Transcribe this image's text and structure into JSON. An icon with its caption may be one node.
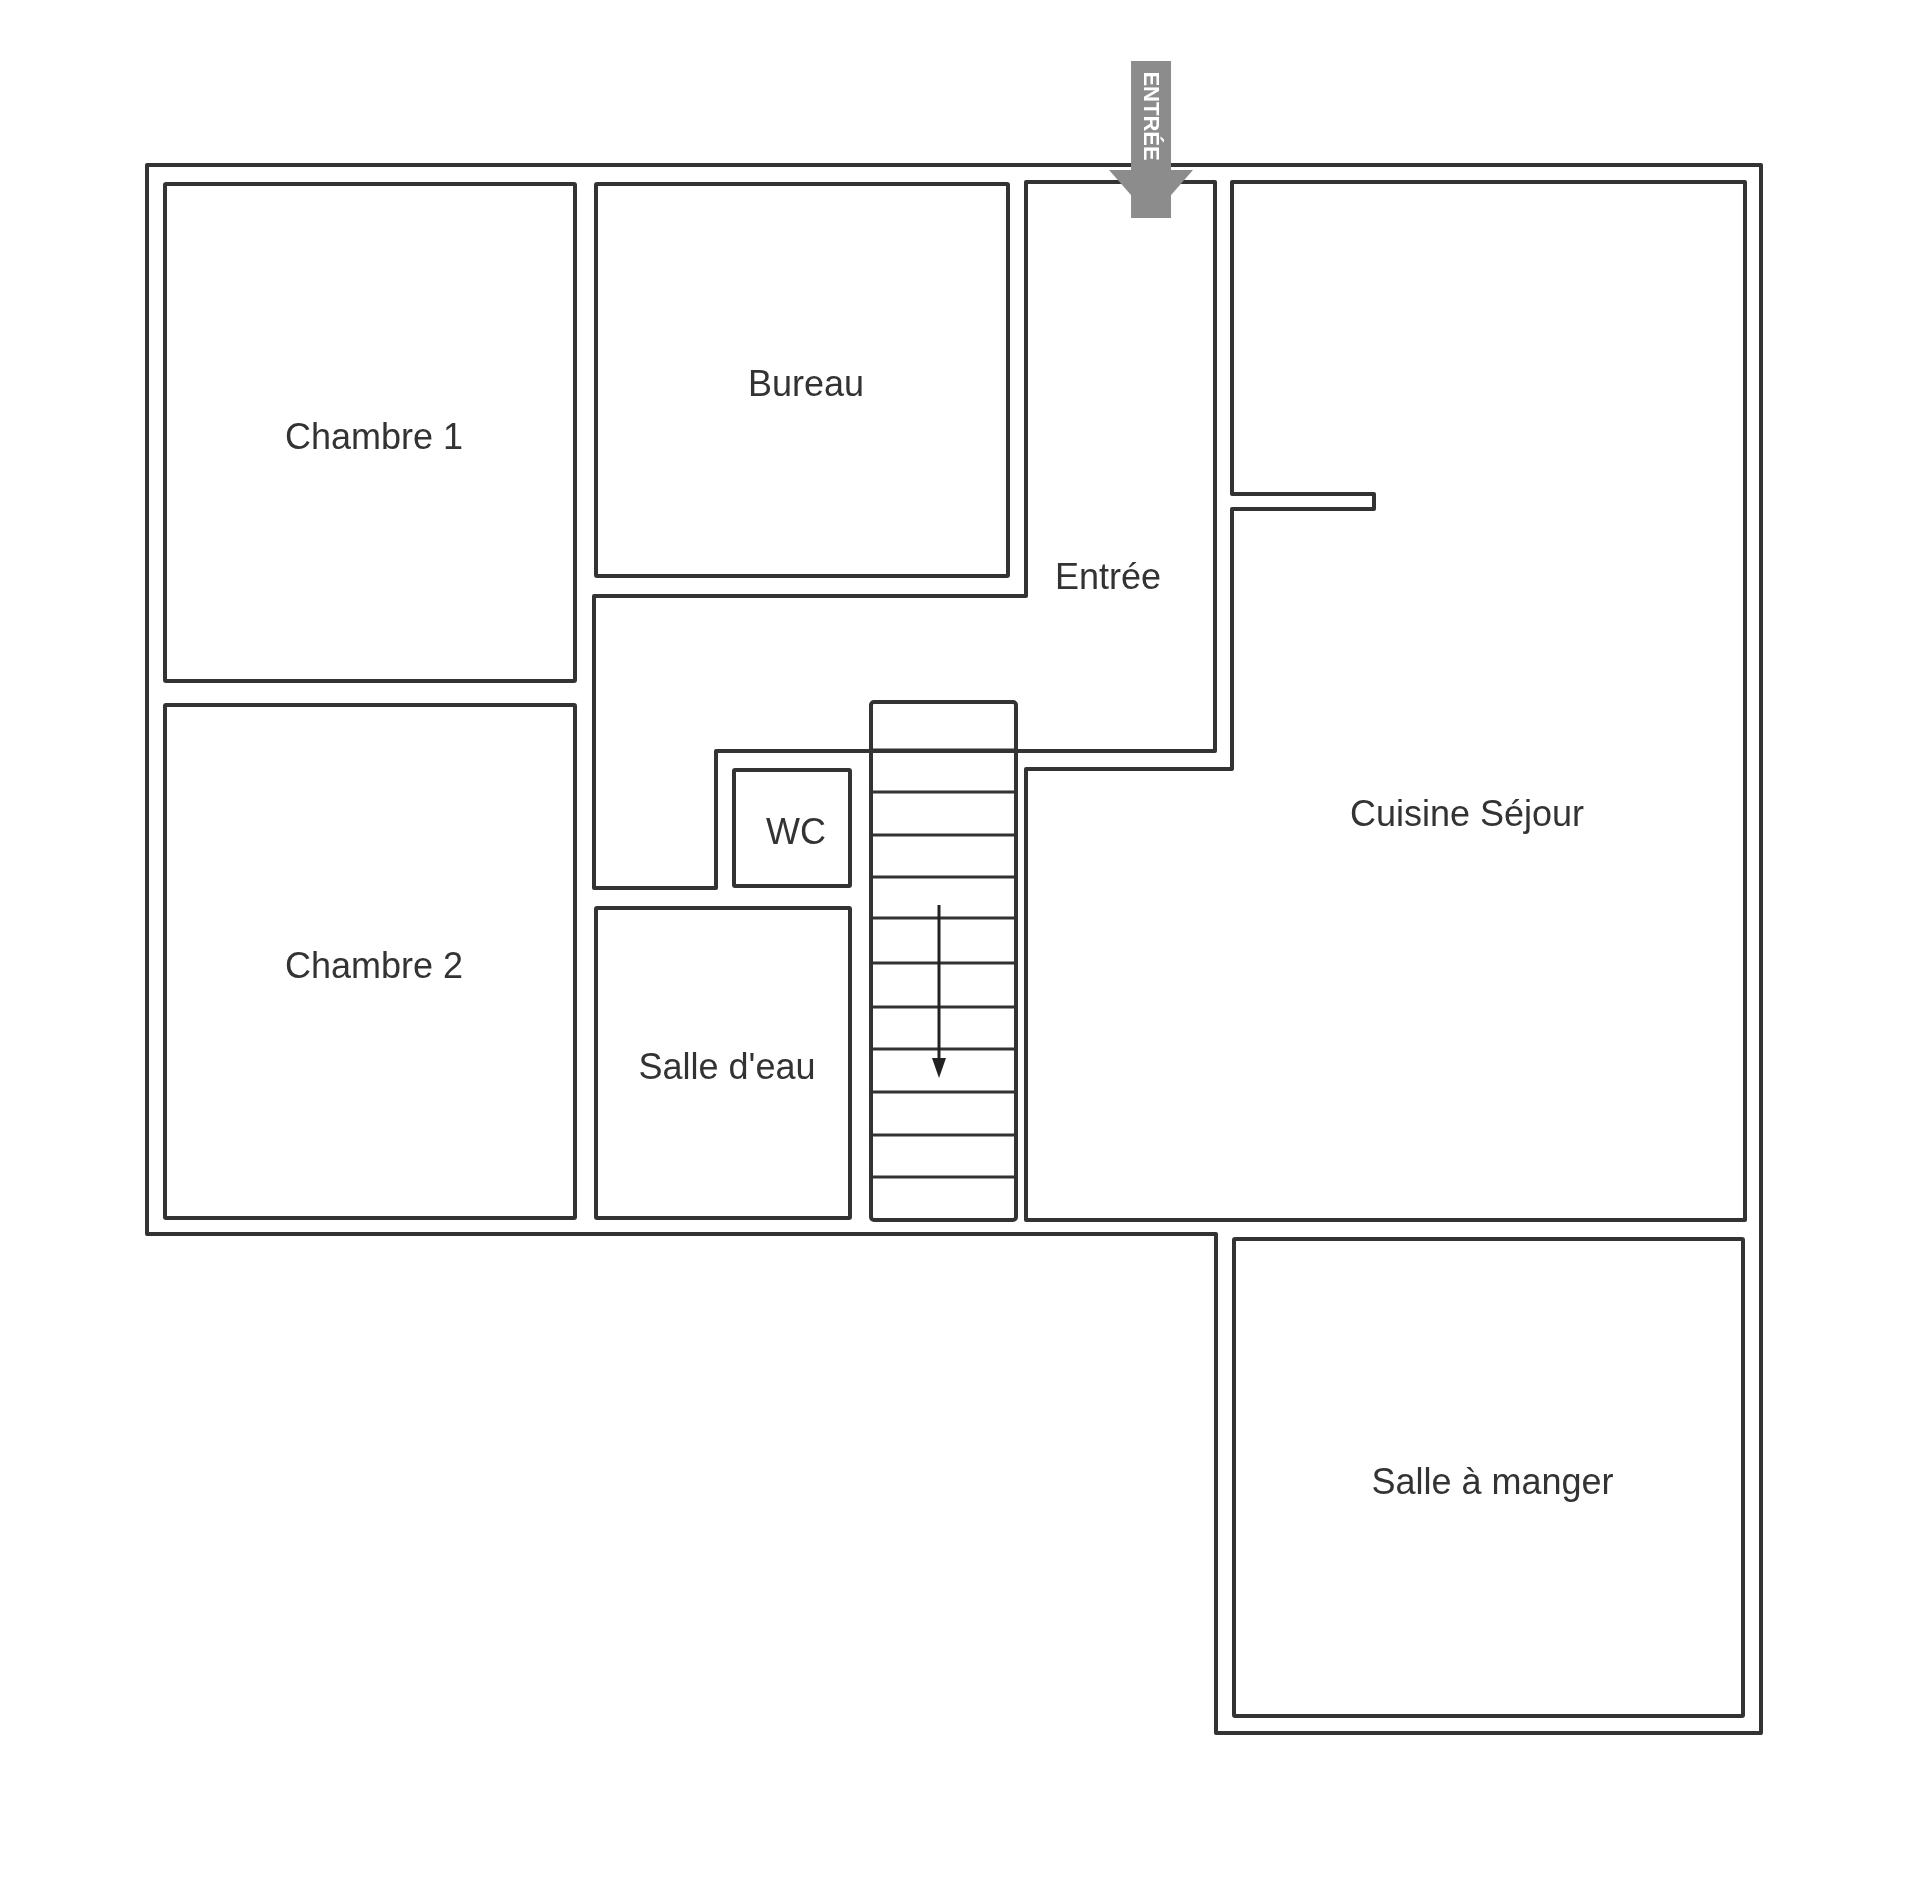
{
  "diagram": {
    "nodes": [
      {
        "text": [
          "Chambre 1"
        ]
      },
      {
        "text": [
          "Bureau"
        ]
      },
      {
        "text": [
          "Entrée"
        ]
      },
      {
        "text": [
          "Cuisine Séjour"
        ]
      },
      {
        "text": [
          "WC"
        ]
      },
      {
        "text": [
          "Chambre 2"
        ]
      },
      {
        "text": [
          "Salle d'eau"
        ]
      },
      {
        "text": [
          "Salle à manger"
        ]
      }
    ],
    "edges": [
      {
        "from": null,
        "to": 2,
        "arrow": "to",
        "label": "ENTRÉE"
      }
    ]
  }
}
